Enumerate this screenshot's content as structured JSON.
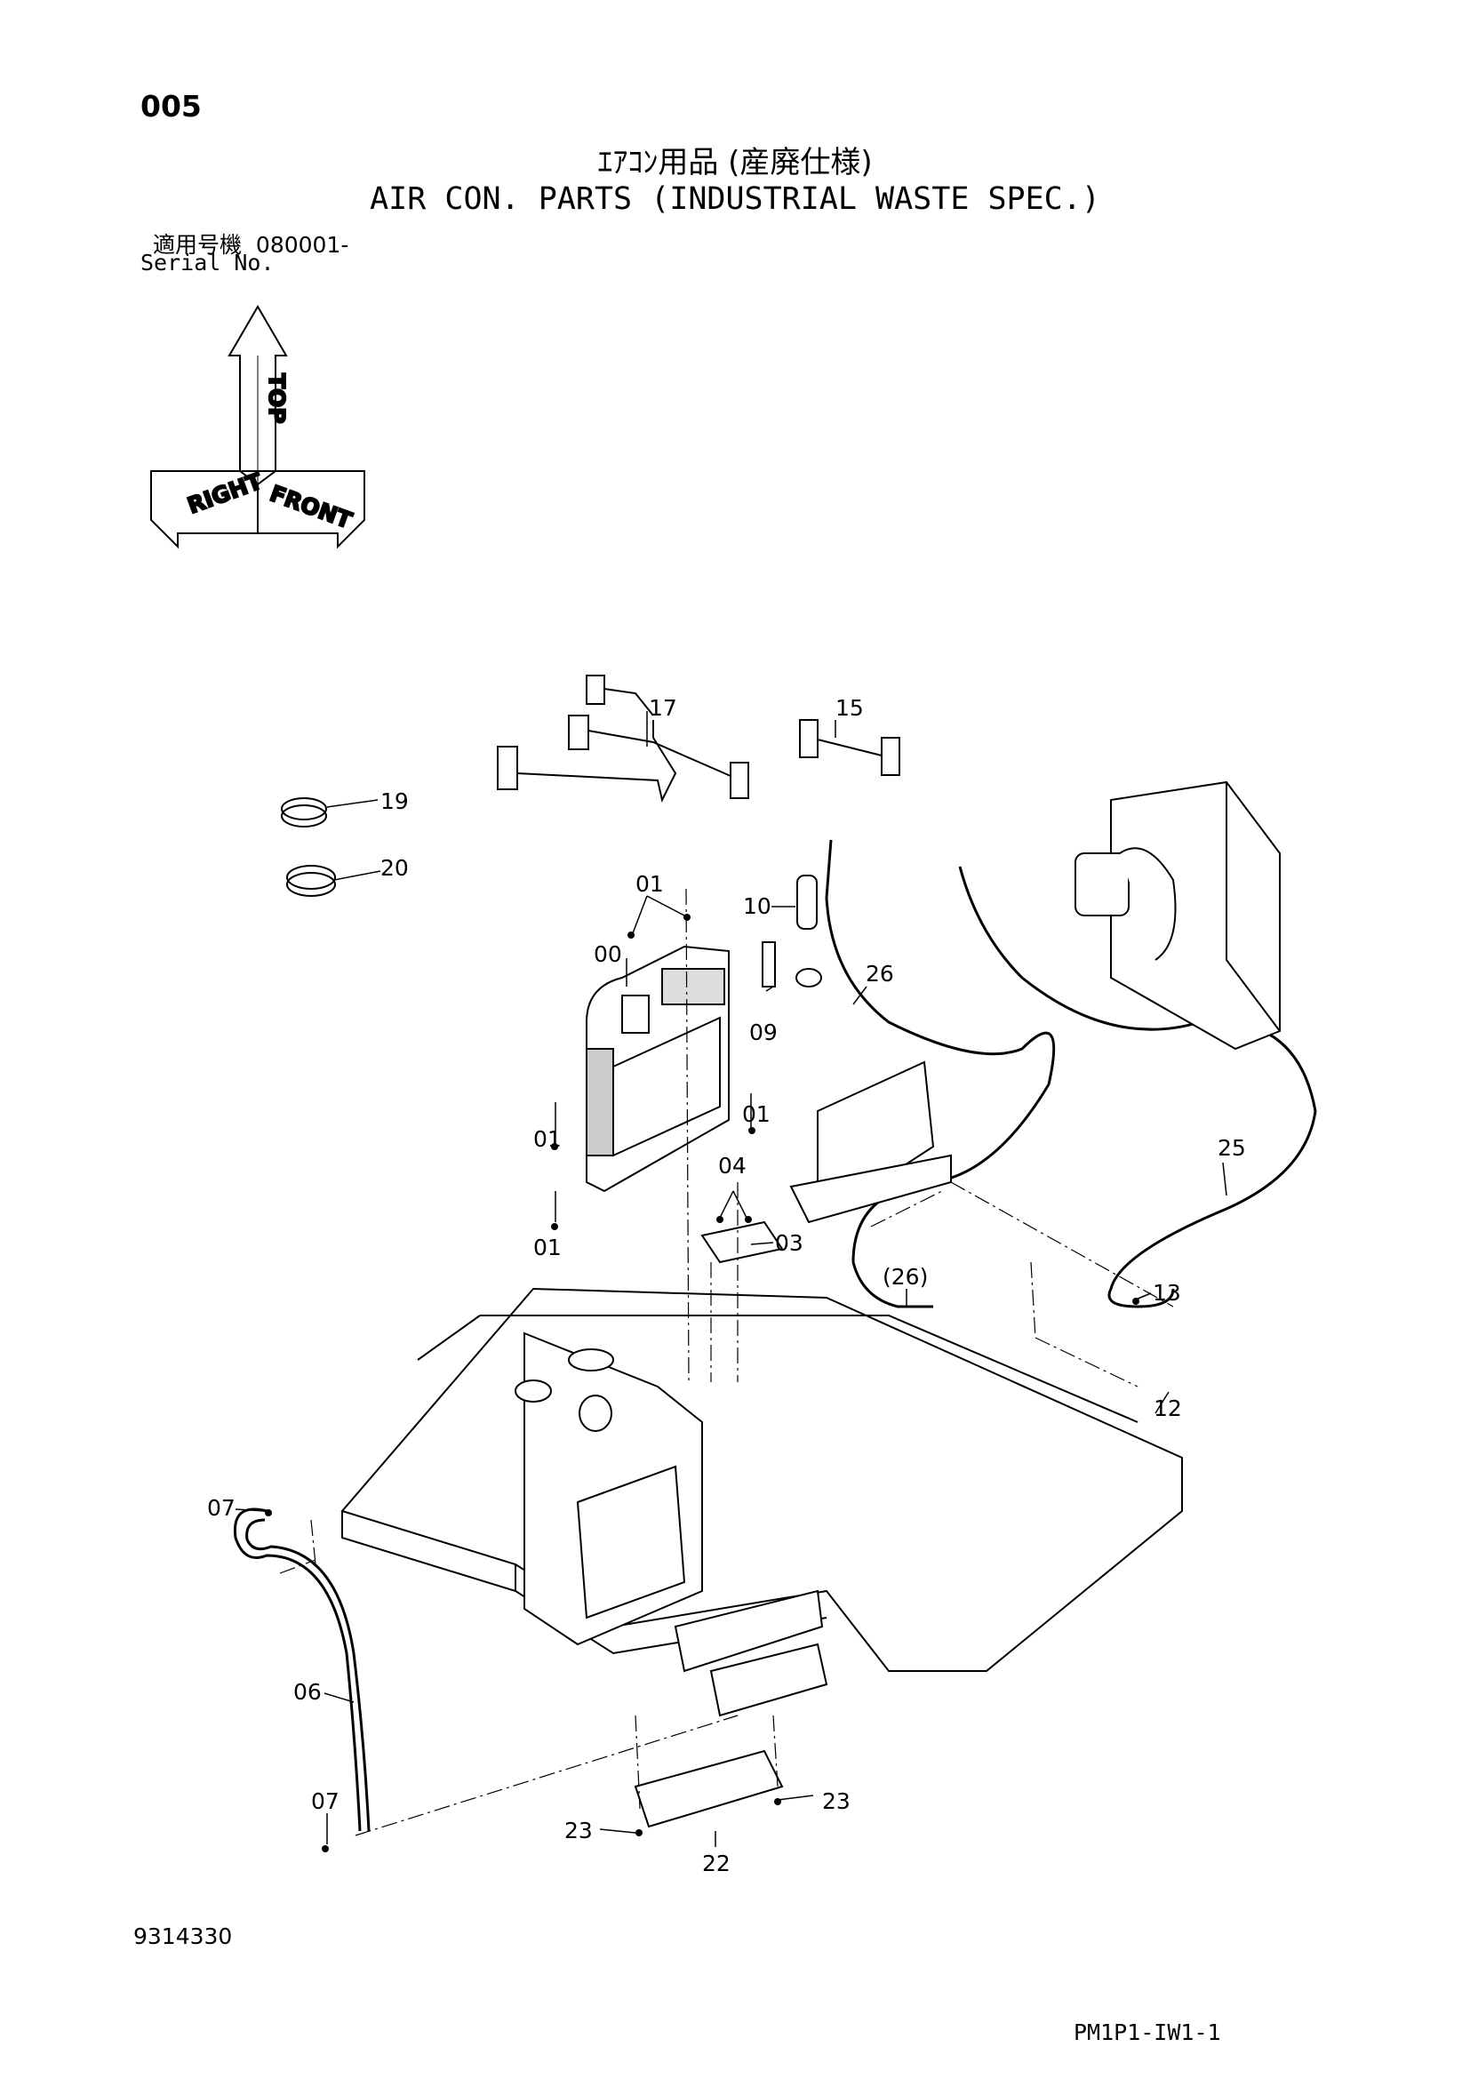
{
  "header": {
    "page_number": "005",
    "title_japanese": "ｴｱｺﾝ用品 (産廃仕様)",
    "title_english": "AIR CON. PARTS (INDUSTRIAL WASTE SPEC.)",
    "serial_label_japanese": "適用号機",
    "serial_value": "080001-",
    "serial_label_english": "Serial No."
  },
  "orientation_arrows": {
    "top": "TOP",
    "front": "FRONT",
    "right": "RIGHT"
  },
  "callouts": {
    "c17": "17",
    "c15": "15",
    "c19": "19",
    "c20": "20",
    "c01_top": "01",
    "c00": "00",
    "c10": "10",
    "c09": "09",
    "c26": "26",
    "c01_left": "01",
    "c01_right": "01",
    "c01_bottom": "01",
    "c04": "04",
    "c03": "03",
    "c25": "25",
    "c26_paren": "(26)",
    "c13": "13",
    "c12": "12",
    "c07_top": "07",
    "c06": "06",
    "c07_bottom": "07",
    "c23_left": "23",
    "c23_right": "23",
    "c22": "22"
  },
  "footer": {
    "drawing_code": "9314330",
    "page_code": "PM1P1-IW1-1"
  }
}
